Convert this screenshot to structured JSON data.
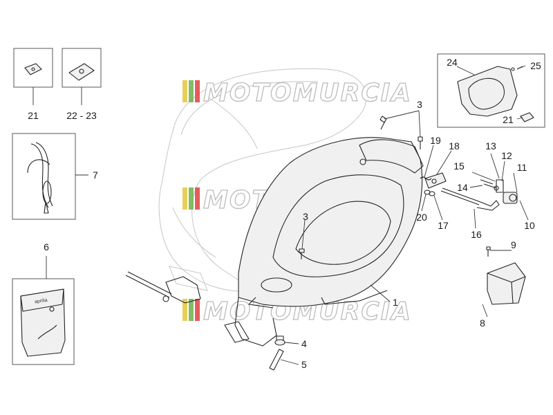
{
  "watermark": {
    "text": "MOTOMURCIA",
    "colors": [
      "#e5c63a",
      "#6fb04a",
      "#e04040"
    ]
  },
  "part_numbers": {
    "p1": "1",
    "p3a": "3",
    "p3b": "3",
    "p4": "4",
    "p5": "5",
    "p6": "6",
    "p7": "7",
    "p8": "8",
    "p9": "9",
    "p10": "10",
    "p11": "11",
    "p12": "12",
    "p13": "13",
    "p14": "14",
    "p15": "15",
    "p16": "16",
    "p17": "17",
    "p18": "18",
    "p19": "19",
    "p20": "20",
    "p21": "21",
    "p21b": "21",
    "p22_23": "22 - 23",
    "p24": "24",
    "p25": "25"
  },
  "bag_brand": "aprilia",
  "icons": [
    "clip-nut-icon",
    "spring-nut-icon",
    "strap-icon",
    "tool-bag-icon",
    "lock-cylinder-icon",
    "screw-icon"
  ]
}
